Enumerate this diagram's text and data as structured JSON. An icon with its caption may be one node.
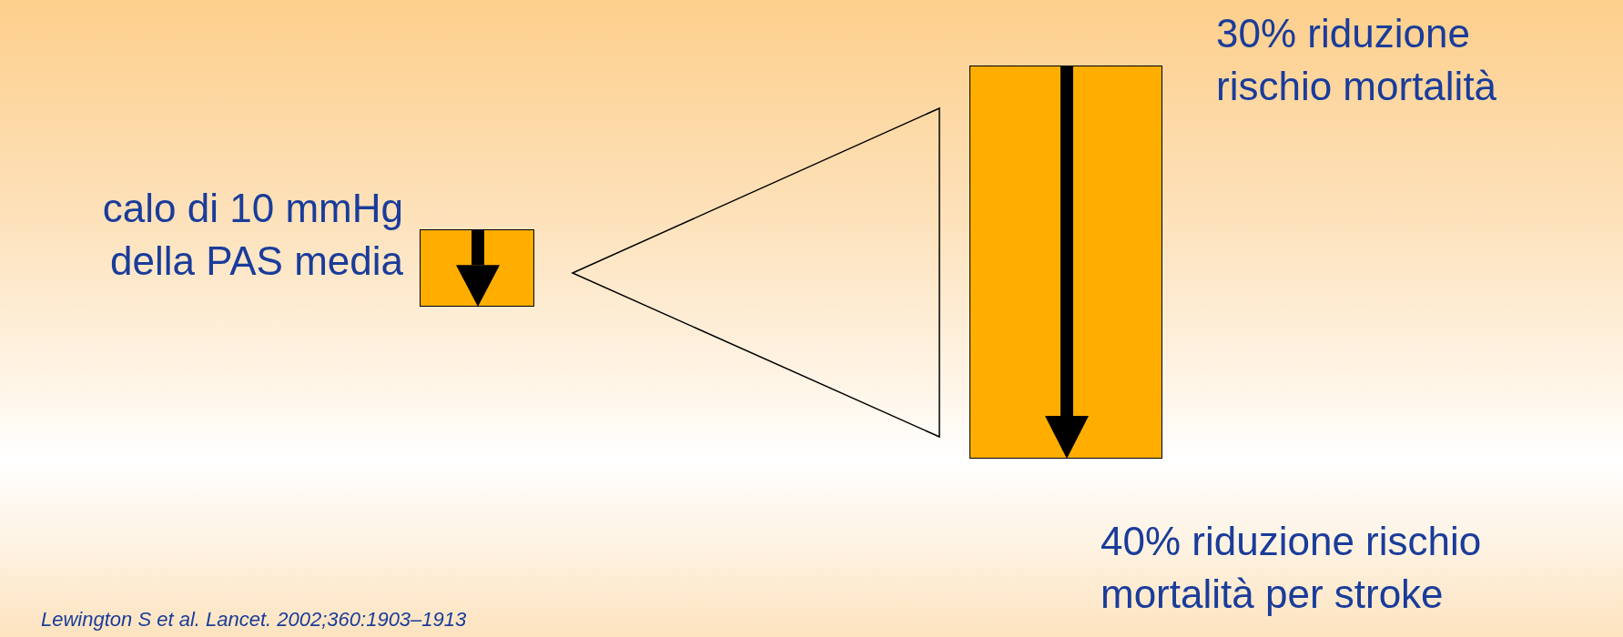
{
  "diagram": {
    "nodes": [
      {
        "text": [],
        "shape": "box",
        "beside": [
          "calo di 10 mmHg della PAS media"
        ]
      },
      {
        "text": [],
        "shape": "box",
        "beside": [
          "30% riduzione rischio mortalità",
          "40% riduzione rischio mortalità per stroke"
        ]
      }
    ],
    "labels": [
      "Lewington S et al. Lancet. 2002;360:1903–1913"
    ]
  }
}
